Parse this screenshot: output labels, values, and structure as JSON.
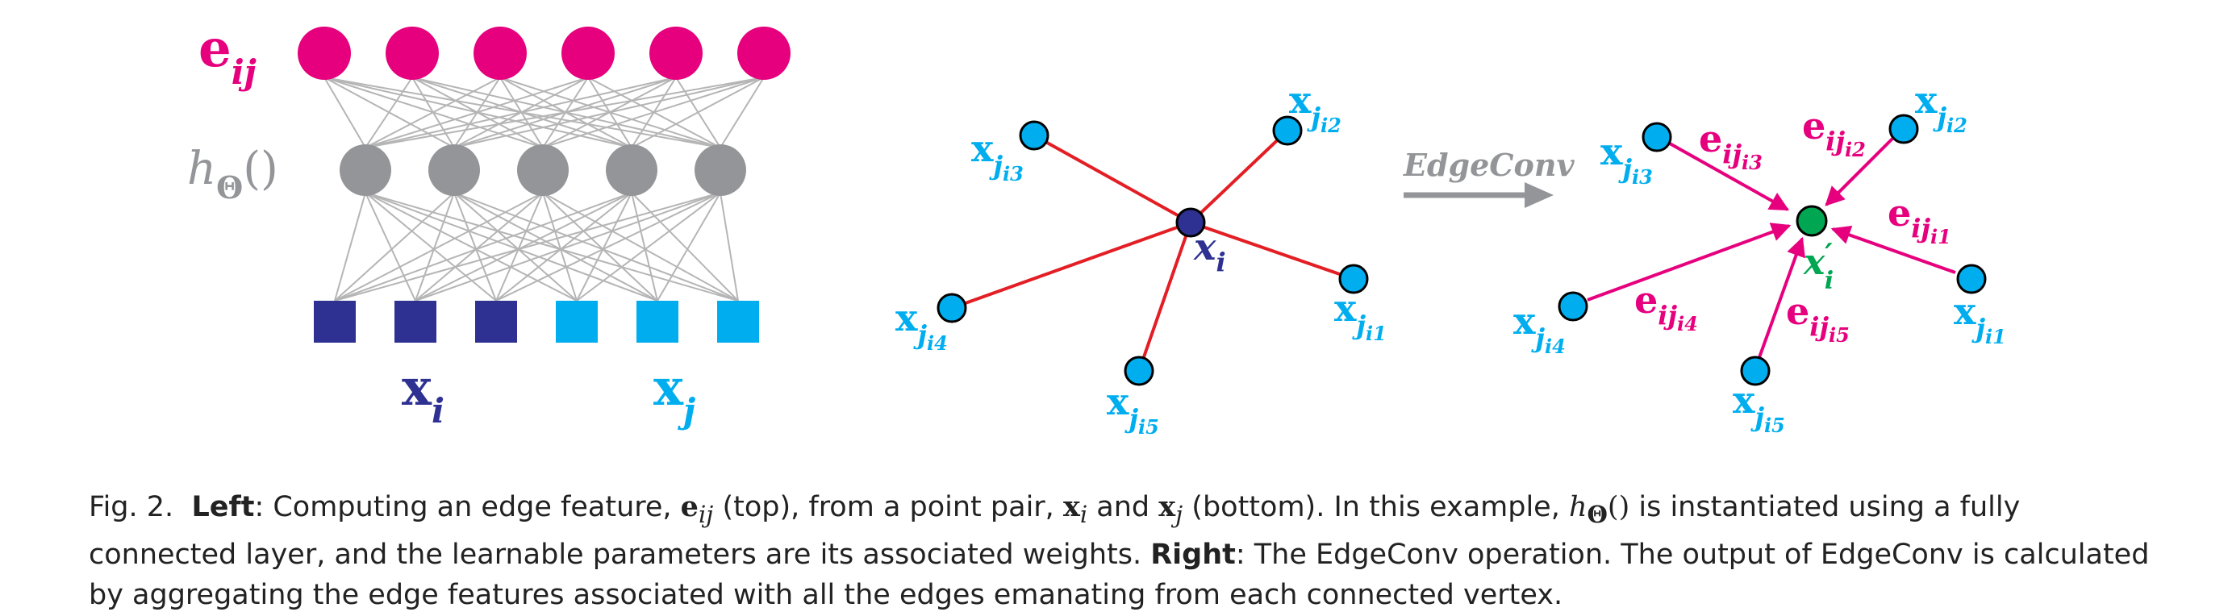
{
  "colors": {
    "magenta": "#e6007e",
    "gray": "#939598",
    "dark_blue": "#2e3192",
    "cyan": "#00aeef",
    "red": "#e31e24",
    "green": "#00a651"
  },
  "left_panel": {
    "edge_label": "e",
    "edge_sub": "ij",
    "h_label": "h",
    "h_sub": "Θ",
    "h_parens": "()",
    "xi_label": "x",
    "xi_sub": "i",
    "xj_label": "x",
    "xj_sub": "j",
    "top_node_count": 6,
    "hidden_node_count": 5,
    "input_dark_count": 3,
    "input_light_count": 3
  },
  "middle_panel": {
    "center": {
      "label": "x",
      "sub": "i"
    },
    "neighbors": [
      {
        "label": "x",
        "sub": "j",
        "subsub": "i3"
      },
      {
        "label": "x",
        "sub": "j",
        "subsub": "i2"
      },
      {
        "label": "x",
        "sub": "j",
        "subsub": "i1"
      },
      {
        "label": "x",
        "sub": "j",
        "subsub": "i5"
      },
      {
        "label": "x",
        "sub": "j",
        "subsub": "i4"
      }
    ]
  },
  "arrow_label": "EdgeConv",
  "right_panel": {
    "center": {
      "label": "x",
      "prime": "′",
      "sub": "i"
    },
    "neighbors": [
      {
        "label": "x",
        "sub": "j",
        "subsub": "i3"
      },
      {
        "label": "x",
        "sub": "j",
        "subsub": "i2"
      },
      {
        "label": "x",
        "sub": "j",
        "subsub": "i1"
      },
      {
        "label": "x",
        "sub": "j",
        "subsub": "i5"
      },
      {
        "label": "x",
        "sub": "j",
        "subsub": "i4"
      }
    ],
    "edges": [
      {
        "label": "e",
        "sub": "ij",
        "subsub": "i3"
      },
      {
        "label": "e",
        "sub": "ij",
        "subsub": "i2"
      },
      {
        "label": "e",
        "sub": "ij",
        "subsub": "i1"
      },
      {
        "label": "e",
        "sub": "ij",
        "subsub": "i5"
      },
      {
        "label": "e",
        "sub": "ij",
        "subsub": "i4"
      }
    ]
  },
  "caption": {
    "fig": "Fig. 2.",
    "left_head": "Left",
    "t1": ": Computing an edge feature, ",
    "eij": "e",
    "eij_sub": "ij",
    "t2": " (top), from a point pair, ",
    "xi": "x",
    "xi_sub": "i",
    "t3": " and ",
    "xj": "x",
    "xj_sub": "j",
    "t4": " (bottom). In this example, ",
    "h": "h",
    "h_sub": "Θ",
    "h_paren": "()",
    "t5": " is instantiated using a fully connected layer, and the learnable parameters are its associated weights. ",
    "right_head": "Right",
    "t6": ": The EdgeConv operation. The output of EdgeConv is calculated by aggregating the edge features associated with all the edges emanating from each connected vertex."
  }
}
